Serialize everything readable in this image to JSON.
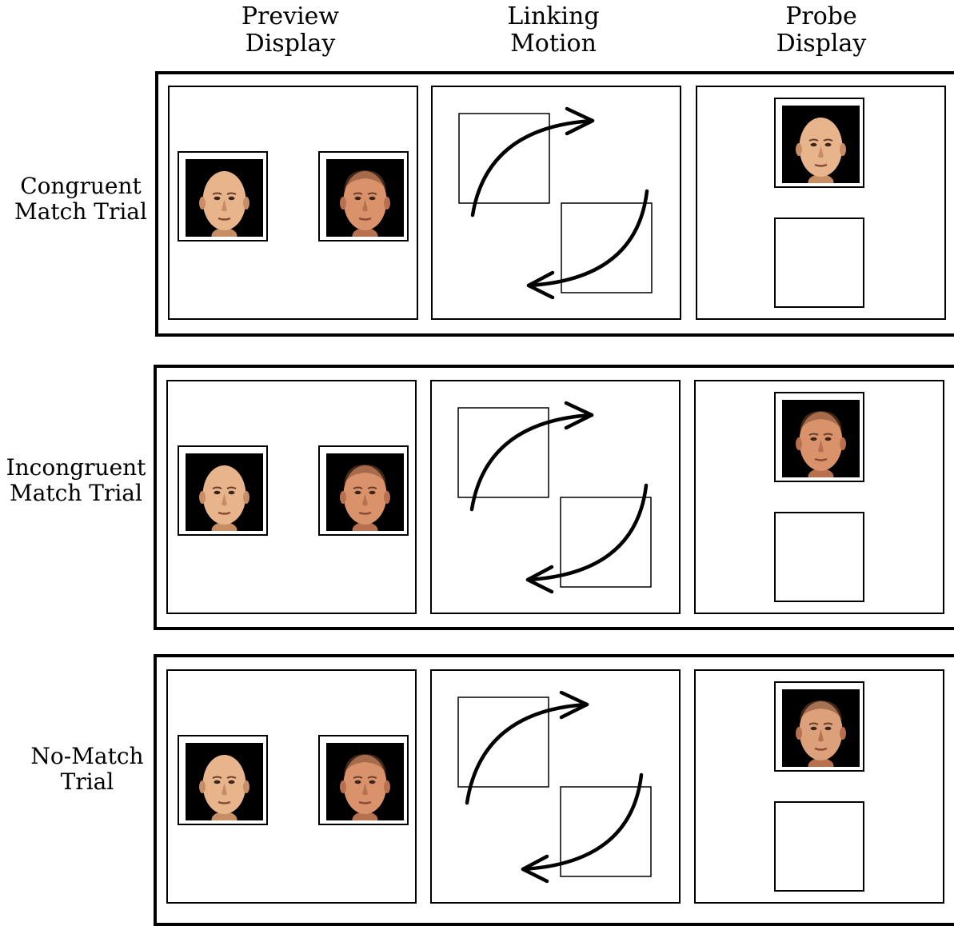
{
  "columns": {
    "preview": [
      "Preview",
      "Display"
    ],
    "linking": [
      "Linking",
      "Motion"
    ],
    "probe": [
      "Probe",
      "Display"
    ]
  },
  "rows": [
    {
      "label": [
        "Congruent",
        "Match Trial"
      ]
    },
    {
      "label": [
        "Incongruent",
        "Match Trial"
      ]
    },
    {
      "label": [
        "No-Match",
        "Trial"
      ]
    }
  ],
  "faces": {
    "face_a": {
      "name": "bald-male-face",
      "skin": "#e8b48c"
    },
    "face_b": {
      "name": "short-hair-male-face",
      "skin": "#d9926a"
    },
    "background": "#000000"
  },
  "probe_faces": [
    "face_a",
    "face_b",
    "face_c"
  ]
}
